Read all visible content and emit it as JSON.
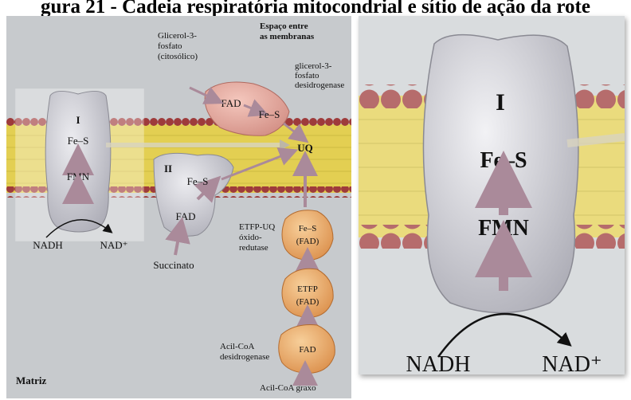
{
  "figure_title": "gura 21 - Cadeia respiratória mitocondrial e sítio de ação da rote",
  "left_panel": {
    "intermembrane_label": [
      "Espaço entre",
      "as membranas"
    ],
    "matrix_label": "Matriz",
    "glycerol_substrate": [
      "Glicerol-3-",
      "fosfato",
      "(citosólico)"
    ],
    "glycerol_enzyme": [
      "glicerol-3-",
      "fosfato",
      "desidrogenase"
    ],
    "complex_i": {
      "name": "I",
      "cofactor_1": "Fe–S",
      "cofactor_2": "FMN",
      "substrate": "NADH",
      "product": "NAD⁺"
    },
    "complex_ii": {
      "name": "II",
      "cofactor_1": "Fe–S",
      "cofactor_2": "FAD",
      "substrate": "Succinato"
    },
    "glycerol_complex": {
      "cofactor_1": "FAD",
      "cofactor_2": "Fe–S"
    },
    "ubiquinone": "UQ",
    "etfp_uq": {
      "cofactor_1": "Fe–S",
      "cofactor_2": "(FAD)",
      "name": [
        "ETFP-UQ",
        "óxido-",
        "redutase"
      ]
    },
    "etfp": {
      "name": "ETFP",
      "cofactor": "(FAD)"
    },
    "acyl_coa_dehydrogenase": {
      "cofactor": "FAD",
      "name": [
        "Acil-CoA",
        "desidrogenase"
      ],
      "substrate": "Acil-CoA graxo"
    }
  },
  "right_panel": {
    "complex_i": {
      "name": "I",
      "cofactor_1": "Fe–S",
      "cofactor_2": "FMN",
      "substrate": "NADH",
      "product": "NAD⁺"
    }
  },
  "colors": {
    "membrane_core": "#e3cf52",
    "lipid_head": "#9e3b3b",
    "protein": "#c9c9cf",
    "flavoprotein": "#e7a86b",
    "glycerol_enzyme": "#e3aaa0",
    "arrow": "#aa8a9a"
  }
}
